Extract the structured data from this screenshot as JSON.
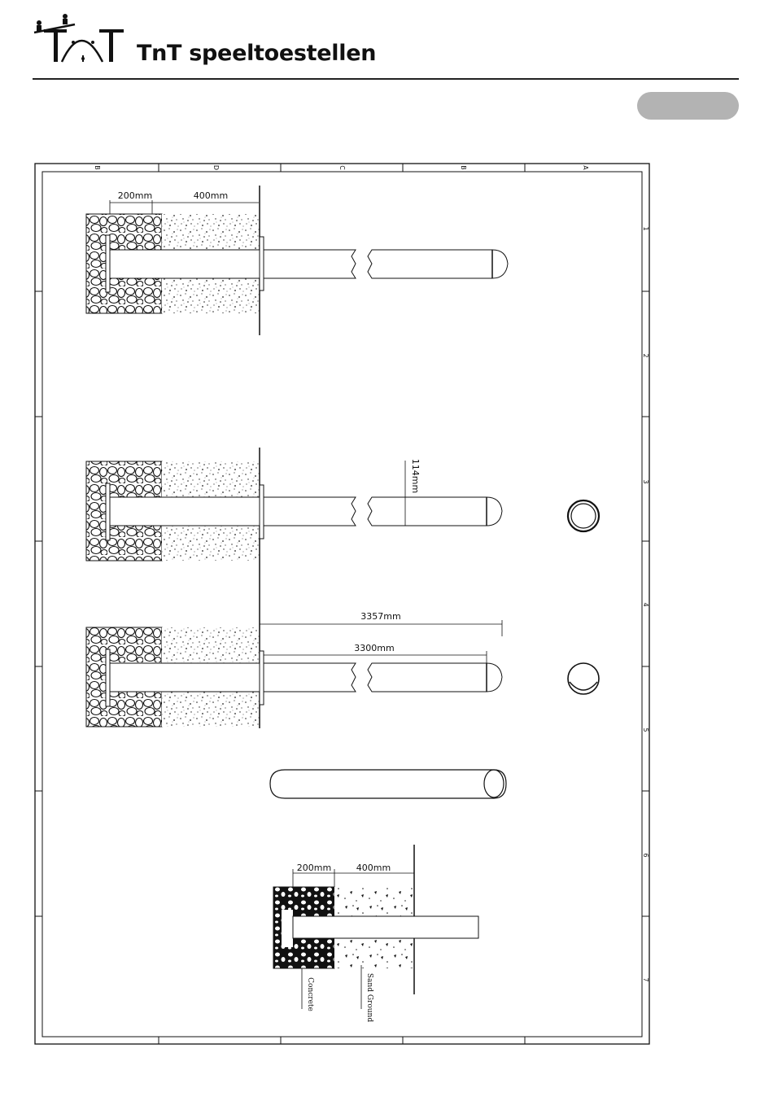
{
  "header": {
    "brand": "TnT speeltoestellen",
    "logo": "TnT"
  },
  "frame": {
    "col_labels": [
      "B",
      "D",
      "C",
      "B",
      "A"
    ],
    "row_labels": [
      "1",
      "2",
      "3",
      "4",
      "5",
      "6",
      "7"
    ]
  },
  "dimensions": {
    "d200_top": "200mm",
    "d400_top": "400mm",
    "diameter": "114mm",
    "d3357": "3357mm",
    "d3300": "3300mm",
    "d200_detail": "200mm",
    "d400_detail": "400mm"
  },
  "labels": {
    "concrete": "Concrete",
    "sand": "Sand Ground"
  },
  "colors": {
    "line": "#111111",
    "pill": "#b3b3b3"
  }
}
